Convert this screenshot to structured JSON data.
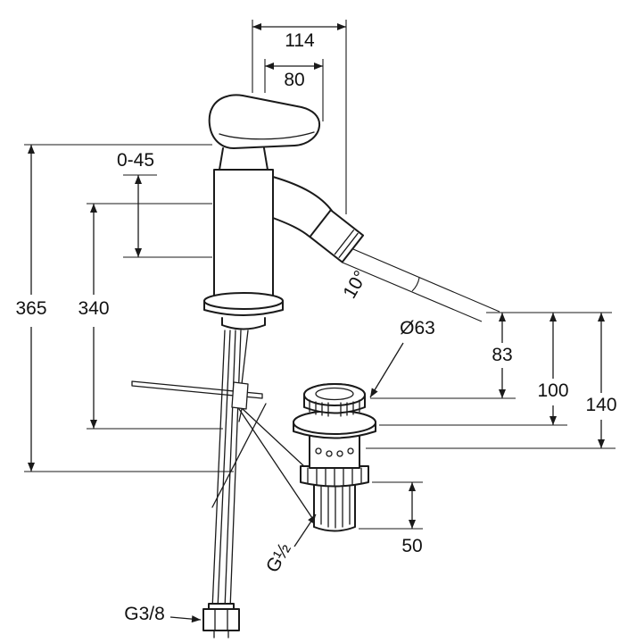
{
  "drawing": {
    "background_color": "#ffffff",
    "line_color": "#1a1a1a",
    "labels": {
      "dim_114": "114",
      "dim_80": "80",
      "dim_0_45": "0-45",
      "dim_365": "365",
      "dim_340": "340",
      "angle_10": "10°",
      "dia_63": "Ø63",
      "dim_83": "83",
      "dim_100": "100",
      "dim_140": "140",
      "dim_50": "50",
      "thread_g12": "G½",
      "thread_g38": "G3/8"
    }
  }
}
